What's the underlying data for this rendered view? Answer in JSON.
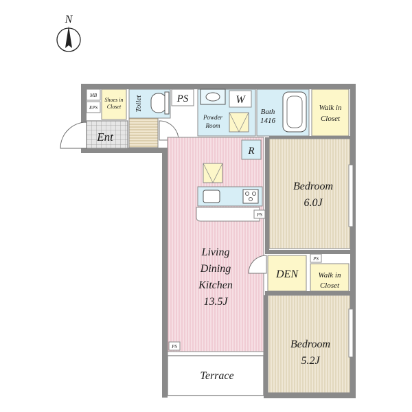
{
  "compass": {
    "label": "N"
  },
  "rooms": {
    "entrance": "Ent",
    "mb": "MB",
    "eps": "EPS",
    "shoes_in_closet": [
      "Shoes in",
      "Closet"
    ],
    "toilet": "Toilet",
    "ps_top": "PS",
    "powder_room": [
      "Powder",
      "Room"
    ],
    "washer": "W",
    "bath": [
      "Bath",
      "1416"
    ],
    "walk_in_closet_top": [
      "Walk in",
      "Closet"
    ],
    "refrigerator": "R",
    "bedroom_1": [
      "Bedroom",
      "6.0J"
    ],
    "ps_kitchen": "PS",
    "ldk": [
      "Living",
      "Dining",
      "Kitchen",
      "13.5J"
    ],
    "den": "DEN",
    "ps_mid": "PS",
    "walk_in_closet_bottom": [
      "Walk in",
      "Closet"
    ],
    "bedroom_2": [
      "Bedroom",
      "5.2J"
    ],
    "ps_bottom": "PS",
    "terrace": "Terrace"
  },
  "colors": {
    "wall": "#8a8a8a",
    "ldk_floor": "#f6dfe4",
    "ldk_stripe": "#e9b9c3",
    "bedroom_floor": "#efe7d5",
    "bedroom_stripe": "#d6c8a8",
    "wet_area": "#d7eef6",
    "closet": "#fdf7c9",
    "entrance_tile": "#d9d9d9"
  }
}
